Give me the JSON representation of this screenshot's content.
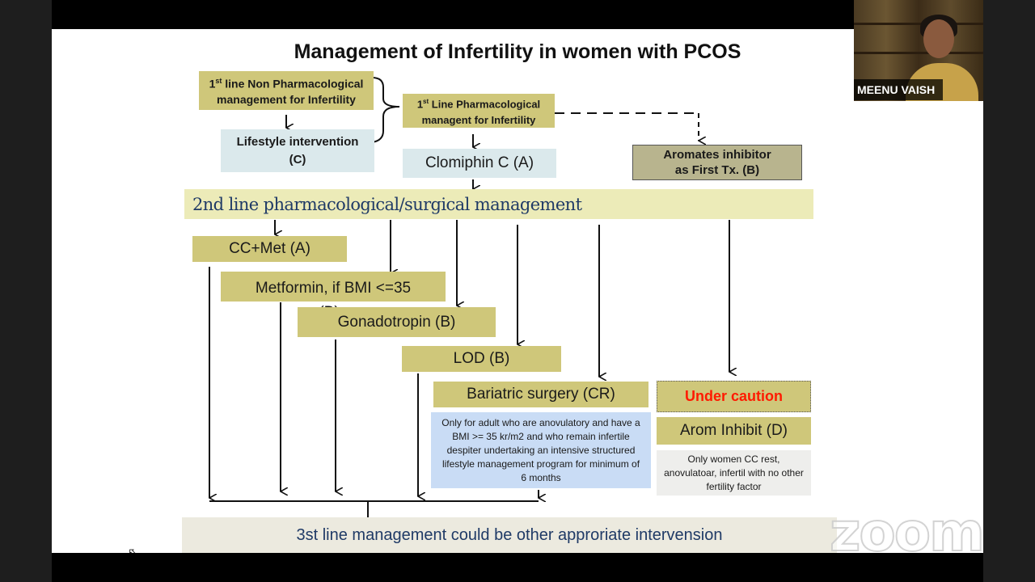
{
  "slide": {
    "title": "Management of Infertility in women with PCOS",
    "first_line_non_pharm": {
      "sup": "st",
      "pre": "1",
      "text": "line Non Pharmacological",
      "line2": "management for Infertility"
    },
    "lifestyle": {
      "line1": "Lifestyle intervention",
      "line2": "(C)"
    },
    "first_line_pharm": {
      "sup": "st",
      "pre": "1",
      "text": "Line Pharmacological",
      "line2": "managent for Infertility"
    },
    "clomiphin": "Clomiphin C (A)",
    "aromates": {
      "line1": "Aromates inhibitor",
      "line2": "as First Tx. (B)"
    },
    "second_line": "2nd line pharmacological/surgical management",
    "cc_met": "CC+Met (A)",
    "metformin": {
      "line1": "Metformin, if BMI <=35",
      "line2": "(B)"
    },
    "gonadotropin": "Gonadotropin (B)",
    "lod": "LOD (B)",
    "bariatric": "Bariatric surgery (CR)",
    "bariatric_note": "Only for adult who are anovulatory and have a BMI >= 35 kr/m2 and who remain infertile despiter undertaking an intensive structured lifestyle management program for minimum of 6 months",
    "under_caution": "Under caution",
    "arom_inhibit": "Arom Inhibit (D)",
    "arom_note": "Only women CC rest, anovulatoar, infertil with no other fertility factor",
    "third_line": "3st line management could be other approriate intervension"
  },
  "webcam": {
    "participant_name": "MEENU VAISH"
  },
  "branding": {
    "watermark": "zoom"
  },
  "colors": {
    "box": "#cfc77a",
    "band": "#ecebb8",
    "caution": "#ff1a00",
    "note_blue": "#c9dcf5",
    "third_text": "#1f3a66"
  },
  "controls": {
    "prev_icon": "arrow-left-icon",
    "pen_icon": "pen-icon",
    "menu_icon": "menu-icon",
    "next_icon": "arrow-right-icon"
  }
}
